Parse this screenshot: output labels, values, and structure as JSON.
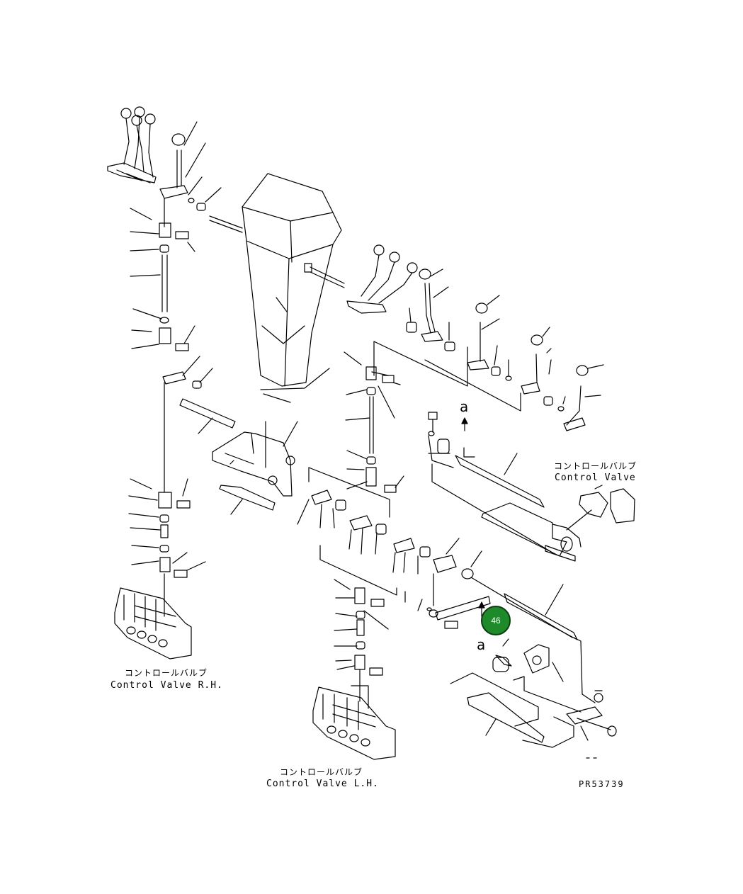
{
  "labels": {
    "cv_rh_ja": "コントロールバルブ",
    "cv_rh_en": "Control Valve R.H.",
    "cv_lh_ja": "コントロールバルブ",
    "cv_lh_en": "Control Valve L.H.",
    "cv_ja": "コントロールバルブ",
    "cv_en": "Control Valve",
    "ref_a1": "a",
    "ref_a2": "a",
    "drawing_no": "PR53739"
  },
  "callouts": [
    {
      "label": "46",
      "color": "#1f8a2a"
    }
  ]
}
